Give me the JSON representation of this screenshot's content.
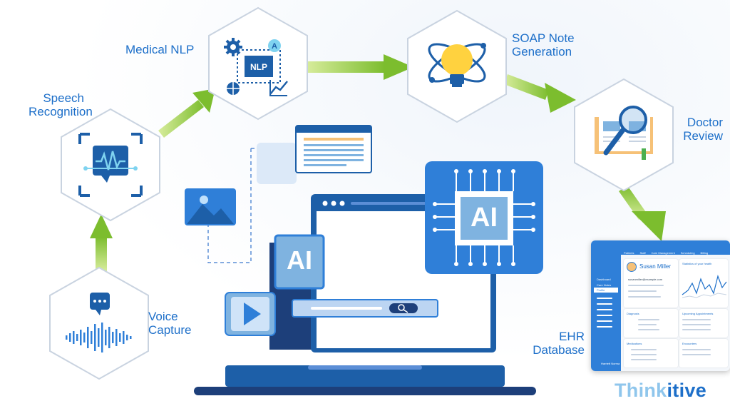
{
  "labels": {
    "voice_capture": "Voice\nCapture",
    "speech_recognition": "Speech\nRecognition",
    "medical_nlp": "Medical NLP",
    "soap_note": "SOAP Note\nGeneration",
    "doctor_review": "Doctor\nReview",
    "ehr_database": "EHR\nDatabase"
  },
  "icons": {
    "nlp_chip": "NLP",
    "nlp_letter": "A",
    "ai_chip": "AI",
    "ai_badge": "AI"
  },
  "ehr": {
    "tabs": [
      "Patients",
      "Staff",
      "Care Management",
      "Scheduling",
      "Billing"
    ],
    "patient_name": "Susan Miller",
    "patient_email": "susanmiller@example.com",
    "side_items": [
      "Dashboard",
      "Care Notes",
      "Profile"
    ],
    "cards": {
      "vitals": "Statistics of your health",
      "diagnosis": "Diagnosis",
      "appointments": "Upcoming Appointments",
      "medications": "Medications",
      "encounters": "Encounters"
    },
    "user": "Harriett Norma"
  },
  "brand": {
    "think": "Think",
    "itive": "itive"
  },
  "colors": {
    "label_blue": "#1d6fc9",
    "arrow_green": "#8cc63f",
    "hex_stroke": "#c9d3e0",
    "ai_blue": "#2f7fd8",
    "brand_think": "#8fc6ec",
    "brand_itive": "#1d6fc9"
  }
}
